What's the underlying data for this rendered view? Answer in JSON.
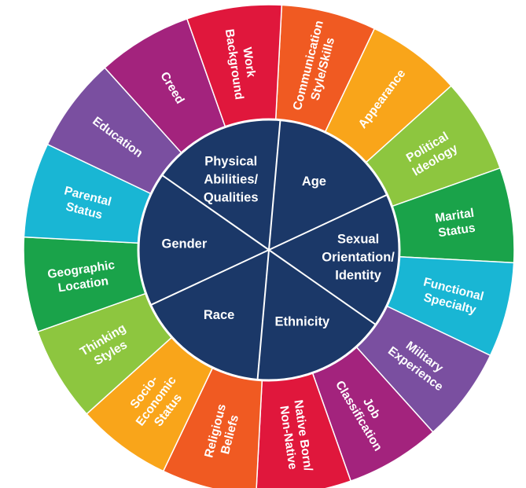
{
  "outer_ring": [
    {
      "label": [
        "Communication",
        "Style/Skills"
      ],
      "color": "#f05a22"
    },
    {
      "label": [
        "Appearance"
      ],
      "color": "#f9a51a"
    },
    {
      "label": [
        "Political",
        "Ideology"
      ],
      "color": "#8dc63f"
    },
    {
      "label": [
        "Marital",
        "Status"
      ],
      "color": "#1aa34a"
    },
    {
      "label": [
        "Functional",
        "Specialty"
      ],
      "color": "#19b6d4"
    },
    {
      "label": [
        "Military",
        "Experience"
      ],
      "color": "#7a4fa0"
    },
    {
      "label": [
        "Job",
        "Classification"
      ],
      "color": "#a3237d"
    },
    {
      "label": [
        "Native Born/",
        "Non-Native"
      ],
      "color": "#e0173c"
    },
    {
      "label": [
        "Religious",
        "Beliefs"
      ],
      "color": "#f05a22"
    },
    {
      "label": [
        "Socio-",
        "Economic",
        "Status"
      ],
      "color": "#f9a51a"
    },
    {
      "label": [
        "Thinking",
        "Styles"
      ],
      "color": "#8dc63f"
    },
    {
      "label": [
        "Geographic",
        "Location"
      ],
      "color": "#1aa34a"
    },
    {
      "label": [
        "Parental",
        "Status"
      ],
      "color": "#19b6d4"
    },
    {
      "label": [
        "Education"
      ],
      "color": "#7a4fa0"
    },
    {
      "label": [
        "Creed"
      ],
      "color": "#a3237d"
    },
    {
      "label": [
        "Work",
        "Background"
      ],
      "color": "#e0173c"
    }
  ],
  "inner_core": [
    {
      "label": [
        "Age"
      ]
    },
    {
      "label": [
        "Sexual",
        "Orientation/",
        "Identity"
      ]
    },
    {
      "label": [
        "Ethnicity"
      ]
    },
    {
      "label": [
        "Race"
      ]
    },
    {
      "label": [
        "Gender"
      ]
    },
    {
      "label": [
        "Physical",
        "Abilities/",
        "Qualities"
      ]
    }
  ],
  "colors": {
    "core": "#1b3868",
    "divider": "#ffffff",
    "text": "#ffffff"
  }
}
